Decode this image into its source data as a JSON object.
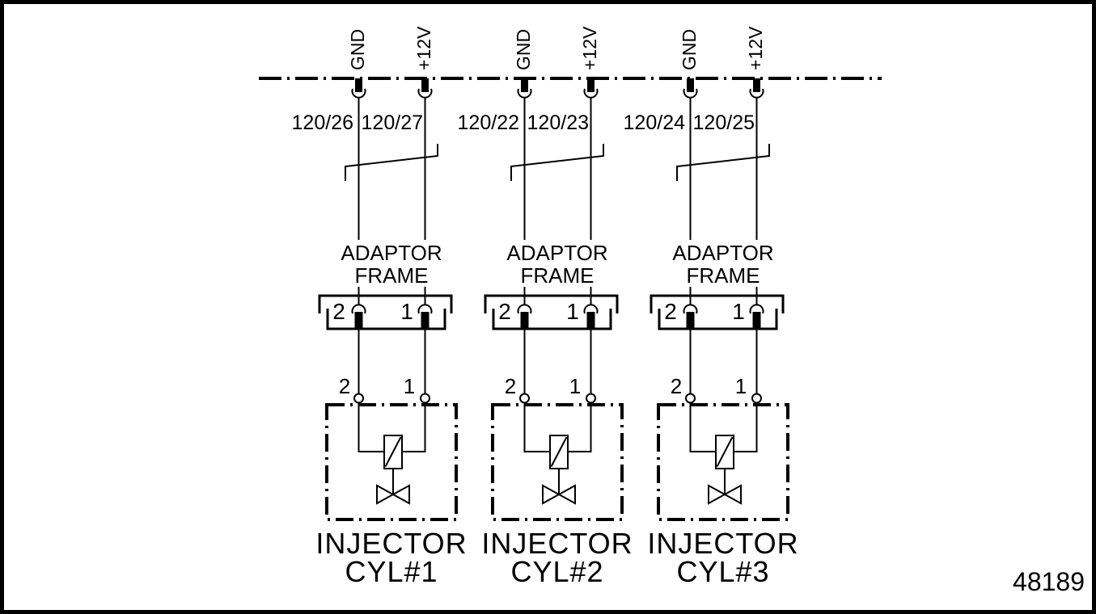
{
  "diagram": {
    "figure_number": "48189",
    "line_color": "#000000",
    "background_color": "#ffffff",
    "columns": [
      {
        "bus_labels": {
          "left": "GND",
          "right": "+12V"
        },
        "wire_ids": {
          "left": "120/26",
          "right": "120/27"
        },
        "connector": {
          "title_line1": "ADAPTOR",
          "title_line2": "FRAME",
          "pin_left": "2",
          "pin_right": "1"
        },
        "injector": {
          "terminal_left": "2",
          "terminal_right": "1",
          "label_line1": "INJECTOR",
          "label_line2": "CYL#1"
        }
      },
      {
        "bus_labels": {
          "left": "GND",
          "right": "+12V"
        },
        "wire_ids": {
          "left": "120/22",
          "right": "120/23"
        },
        "connector": {
          "title_line1": "ADAPTOR",
          "title_line2": "FRAME",
          "pin_left": "2",
          "pin_right": "1"
        },
        "injector": {
          "terminal_left": "2",
          "terminal_right": "1",
          "label_line1": "INJECTOR",
          "label_line2": "CYL#2"
        }
      },
      {
        "bus_labels": {
          "left": "GND",
          "right": "+12V"
        },
        "wire_ids": {
          "left": "120/24",
          "right": "120/25"
        },
        "connector": {
          "title_line1": "ADAPTOR",
          "title_line2": "FRAME",
          "pin_left": "2",
          "pin_right": "1"
        },
        "injector": {
          "terminal_left": "2",
          "terminal_right": "1",
          "label_line1": "INJECTOR",
          "label_line2": "CYL#3"
        }
      }
    ]
  }
}
